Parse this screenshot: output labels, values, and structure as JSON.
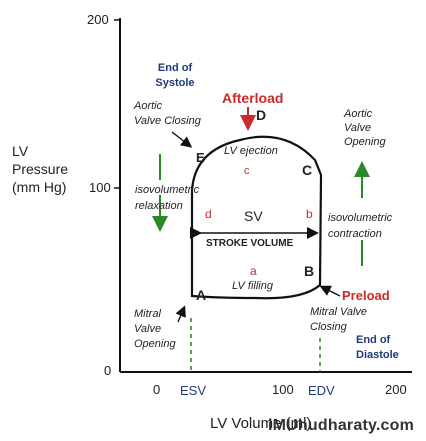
{
  "colors": {
    "axis": "#111111",
    "loop": "#111111",
    "afterload": "#cc2a2a",
    "preload": "#cc2a2a",
    "isovolumetric_arrow": "#2a8a2a",
    "volume_marker": "#2a8a2a",
    "end_label": "#1f3a7a",
    "segment_label": "#cc2a2a"
  },
  "axes": {
    "y_label_line1": "LV",
    "y_label_line2": "Pressure",
    "y_label_line3": "(mm Hg)",
    "y_ticks": [
      "200",
      "100",
      "0"
    ],
    "x_ticks": [
      "0",
      "100",
      "200"
    ],
    "x_markers": [
      "ESV",
      "EDV"
    ],
    "x_label": "LV Volume (ml)"
  },
  "watermark": "iMUhudharaty.com",
  "labels": {
    "end_systole_line1": "End of",
    "end_systole_line2": "Systole",
    "afterload": "Afterload",
    "aortic_closing_line1": "Aortic",
    "aortic_closing_line2": "Valve Closing",
    "aortic_opening_line1": "Aortic",
    "aortic_opening_line2": "Valve",
    "aortic_opening_line3": "Opening",
    "point_D": "D",
    "point_E": "E",
    "point_C": "C",
    "point_A": "A",
    "point_B": "B",
    "lv_ejection": "LV ejection",
    "seg_c": "c",
    "seg_d": "d",
    "seg_b": "b",
    "seg_a": "a",
    "sv": "SV",
    "stroke_volume": "STROKE VOLUME",
    "lv_filling": "LV filling",
    "iso_relax_line1": "isovolumetric",
    "iso_relax_line2": "relaxation",
    "iso_contr_line1": "isovolumetric",
    "iso_contr_line2": "contraction",
    "preload": "Preload",
    "mitral_opening_line1": "Mitral",
    "mitral_opening_line2": "Valve",
    "mitral_opening_line3": "Opening",
    "mitral_closing_line1": "Mitral Valve",
    "mitral_closing_line2": "Closing",
    "end_diastole_line1": "End of",
    "end_diastole_line2": "Diastole"
  }
}
